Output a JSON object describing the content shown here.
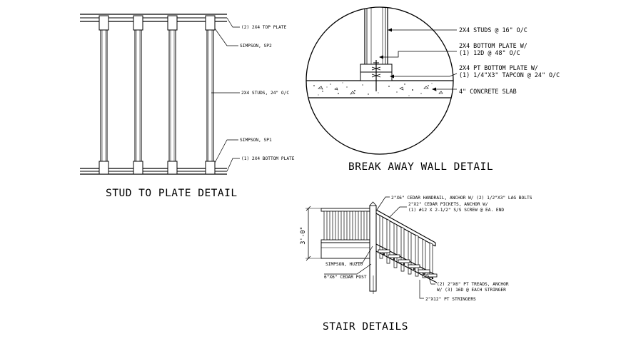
{
  "stud_detail": {
    "title": "STUD TO PLATE DETAIL",
    "labels": {
      "top_plate": "(2) 2X4 TOP PLATE",
      "sp_top": "SIMPSON, SP2",
      "studs": "2X4 STUDS, 24\" O/C",
      "sp_bottom": "SIMPSON, SP1",
      "bottom_plate": "(1) 2X4 BOTTOM PLATE"
    }
  },
  "break_away": {
    "title": "BREAK AWAY WALL DETAIL",
    "labels": {
      "studs": "2X4 STUDS @ 16\" O/C",
      "bottom_plate_1": "2X4 BOTTOM PLATE W/",
      "bottom_plate_2": "(1) 12D @ 48\" O/C",
      "pt_plate_1": "2X4 PT BOTTOM PLATE W/",
      "pt_plate_2": "(1) 1/4\"X3\" TAPCON @ 24\" O/C",
      "slab": "4\" CONCRETE SLAB"
    }
  },
  "stair": {
    "title": "STAIR DETAILS",
    "height_dim": "3'-0\"",
    "labels": {
      "handrail": "2\"X6\" CEDAR HANDRAIL, ANCHOR W/ (2) 1/2\"X3\" LAG BOLTS",
      "pickets_1": "2\"X2\" CEDAR PICKETS, ANCHOR W/",
      "pickets_2": "(1) #12 X 2-1/2\" S/S SCREW @ EA. END",
      "hanger": "SIMPSON, HU210",
      "post": "6\"X6\" CEDAR POST",
      "treads_1": "(2) 2\"X6\" PT TREADS, ANCHOR",
      "treads_2": "W/ (3) 16D @ EACH STRINGER",
      "stringers": "2\"X12\" PT STRINGERS"
    }
  }
}
